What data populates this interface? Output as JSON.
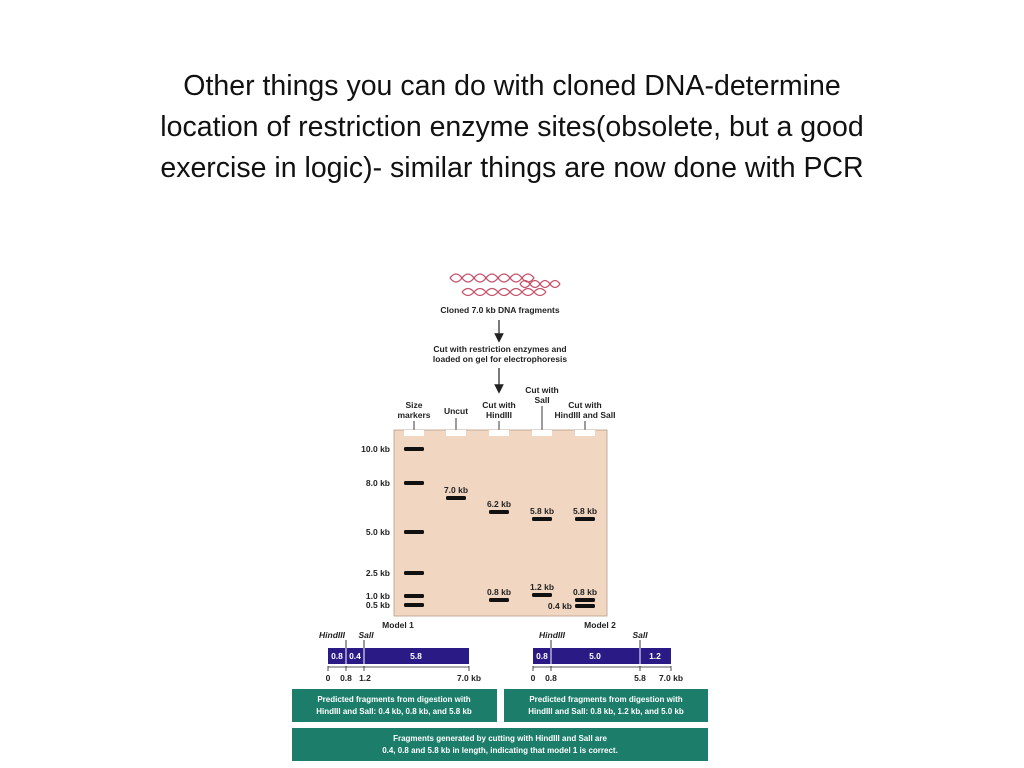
{
  "slide": {
    "title_lines": [
      "Other things you can do with cloned DNA-determine",
      "location of restriction enzyme sites(obsolete, but a good",
      "exercise in logic)- similar things are now done with PCR"
    ]
  },
  "figure": {
    "dna_label": "Cloned 7.0 kb DNA fragments",
    "step_label_lines": [
      "Cut with restriction enzymes and",
      "loaded on gel for electrophoresis"
    ],
    "lanes": {
      "markers": [
        "Size",
        "markers"
      ],
      "uncut": [
        "Uncut"
      ],
      "hind": [
        "Cut with",
        "HindIII"
      ],
      "sal": [
        "Cut with",
        "SalI"
      ],
      "both": [
        "Cut with",
        "HindIII and SalI"
      ]
    },
    "marker_sizes": [
      "10.0 kb",
      "8.0 kb",
      "5.0 kb",
      "2.5 kb",
      "1.0 kb",
      "0.5 kb"
    ],
    "band_labels": {
      "uncut": "7.0 kb",
      "hind_large": "6.2 kb",
      "hind_small": "0.8 kb",
      "sal_large": "5.8 kb",
      "sal_small": "1.2 kb",
      "both_large": "5.8 kb",
      "both_mid": "0.8 kb",
      "both_small": "0.4 kb"
    },
    "model1": {
      "title": "Model 1",
      "site_hind": "HindIII",
      "site_sal": "SalI",
      "segments": [
        "0.8",
        "0.4",
        "5.8"
      ],
      "scale": [
        "0",
        "0.8",
        "1.2",
        "7.0 kb"
      ],
      "prediction_lines": [
        "Predicted fragments from digestion with",
        "HindIII and SalI: 0.4 kb, 0.8 kb, and 5.8 kb"
      ]
    },
    "model2": {
      "title": "Model 2",
      "site_hind": "HindIII",
      "site_sal": "SalI",
      "segments": [
        "0.8",
        "5.0",
        "1.2"
      ],
      "scale": [
        "0",
        "0.8",
        "5.8",
        "7.0 kb"
      ],
      "prediction_lines": [
        "Predicted fragments from digestion with",
        "HindIII and SalI: 0.8 kb, 1.2 kb, and 5.0 kb"
      ]
    },
    "conclusion_lines": [
      "Fragments generated by cutting with HindIII and SalI are",
      "0.4, 0.8 and 5.8 kb in length, indicating that model 1 is correct."
    ],
    "colors": {
      "gel": "#f1d7c2",
      "band": "#111111",
      "map_bar": "#2a1a86",
      "info_box": "#1c7e6a",
      "dna_helix": "#c4526b"
    }
  }
}
